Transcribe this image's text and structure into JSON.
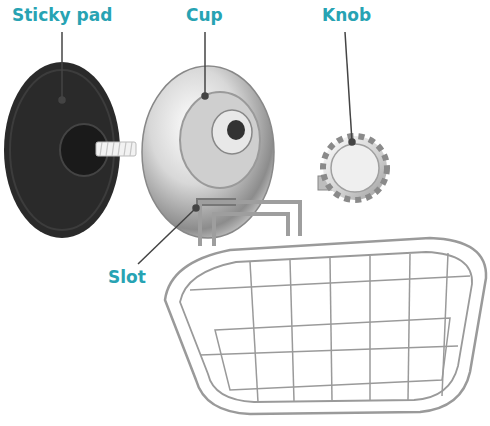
{
  "diagram": {
    "labels": [
      "Sticky pad",
      "Cup",
      "Knob",
      "Slot"
    ]
  }
}
